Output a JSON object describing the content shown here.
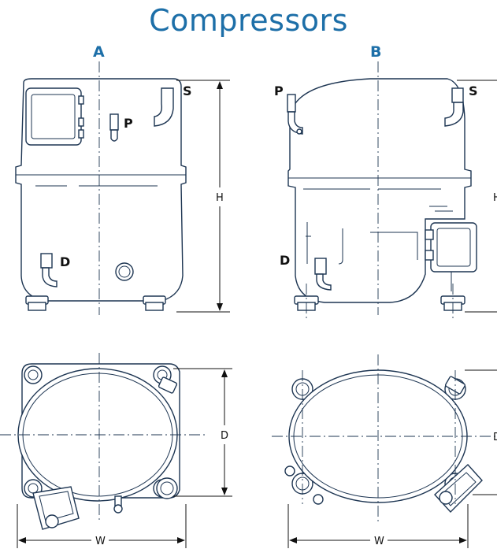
{
  "title": "Compressors",
  "views": {
    "a": {
      "label": "A",
      "suction": "S",
      "process": "P",
      "discharge": "D",
      "height": "H",
      "depth": "D",
      "width": "W"
    },
    "b": {
      "label": "B",
      "suction": "S",
      "process": "P",
      "discharge": "D",
      "height": "H",
      "depth": "D",
      "width": "W"
    }
  },
  "colors": {
    "title": "#1d6fa8",
    "line": "#1d3552"
  }
}
